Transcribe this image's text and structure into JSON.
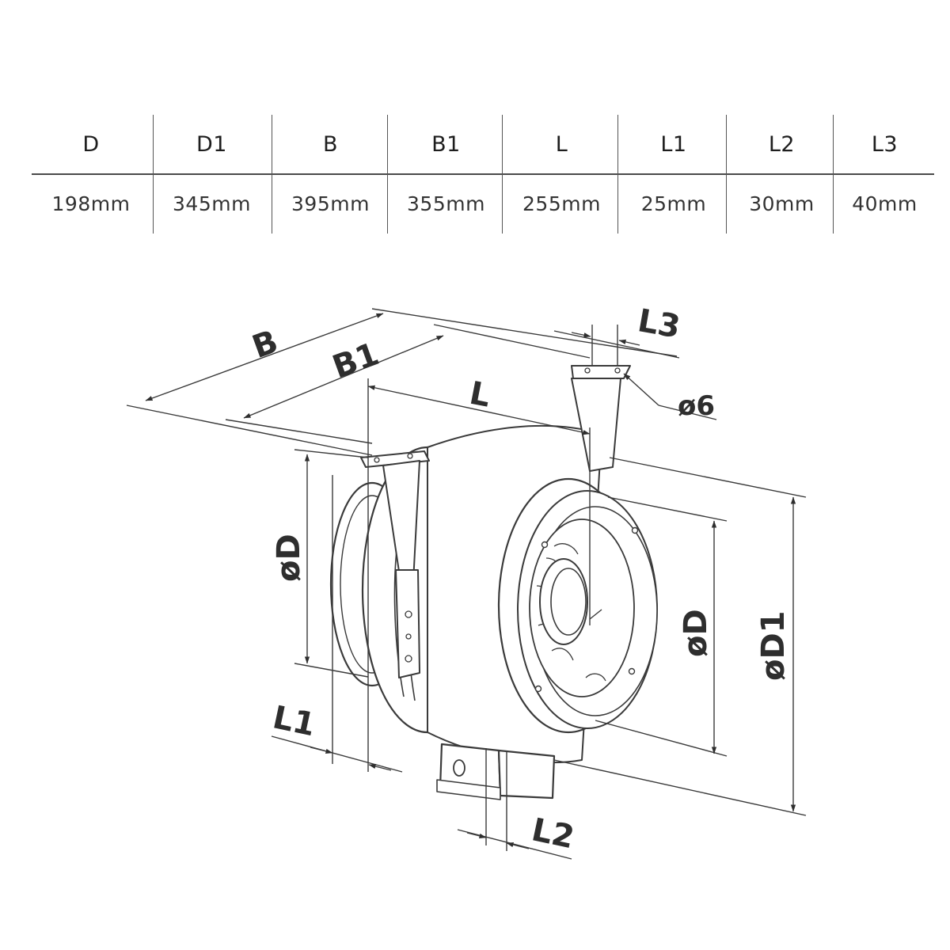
{
  "table": {
    "headers": [
      "D",
      "D1",
      "B",
      "B1",
      "L",
      "L1",
      "L2",
      "L3"
    ],
    "values": [
      "198mm",
      "345mm",
      "395mm",
      "355mm",
      "255mm",
      "25mm",
      "30mm",
      "40mm"
    ]
  },
  "diagram": {
    "labels": {
      "B": "B",
      "B1": "B1",
      "L": "L",
      "L3": "L3",
      "hole": "ø6",
      "D_left": "øD",
      "D_right": "øD",
      "D1": "øD1",
      "L1": "L1",
      "L2": "L2"
    }
  }
}
